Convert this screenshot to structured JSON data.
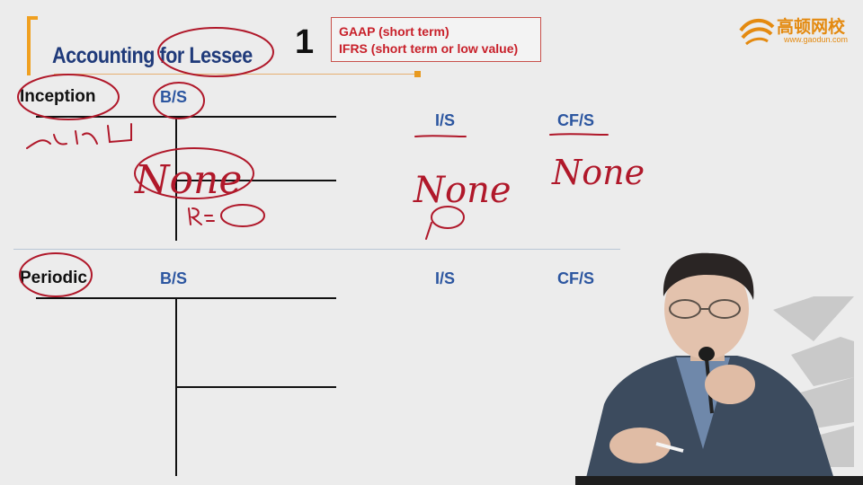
{
  "header": {
    "title": "Accounting for Lessee",
    "number": "1",
    "notes": [
      "GAAP (short term)",
      "IFRS (short term or low value)"
    ]
  },
  "logo": {
    "name": "高顿网校",
    "url": "www.gaodun.com",
    "icon": "gaodun-logo-icon"
  },
  "sections": {
    "inception": {
      "label": "Inception",
      "bs": "B/S",
      "is": "I/S",
      "cf": "CF/S"
    },
    "periodic": {
      "label": "Periodic",
      "bs": "B/S",
      "is": "I/S",
      "cf": "CF/S"
    }
  },
  "handwriting": {
    "none_bs": "None",
    "none_is": "None",
    "none_cf": "None"
  },
  "colors": {
    "accent": "#f0a020",
    "title": "#1f3a7a",
    "header_blue": "#2c56a0",
    "note_red": "#c8202a",
    "ink_red": "#b0182a"
  }
}
